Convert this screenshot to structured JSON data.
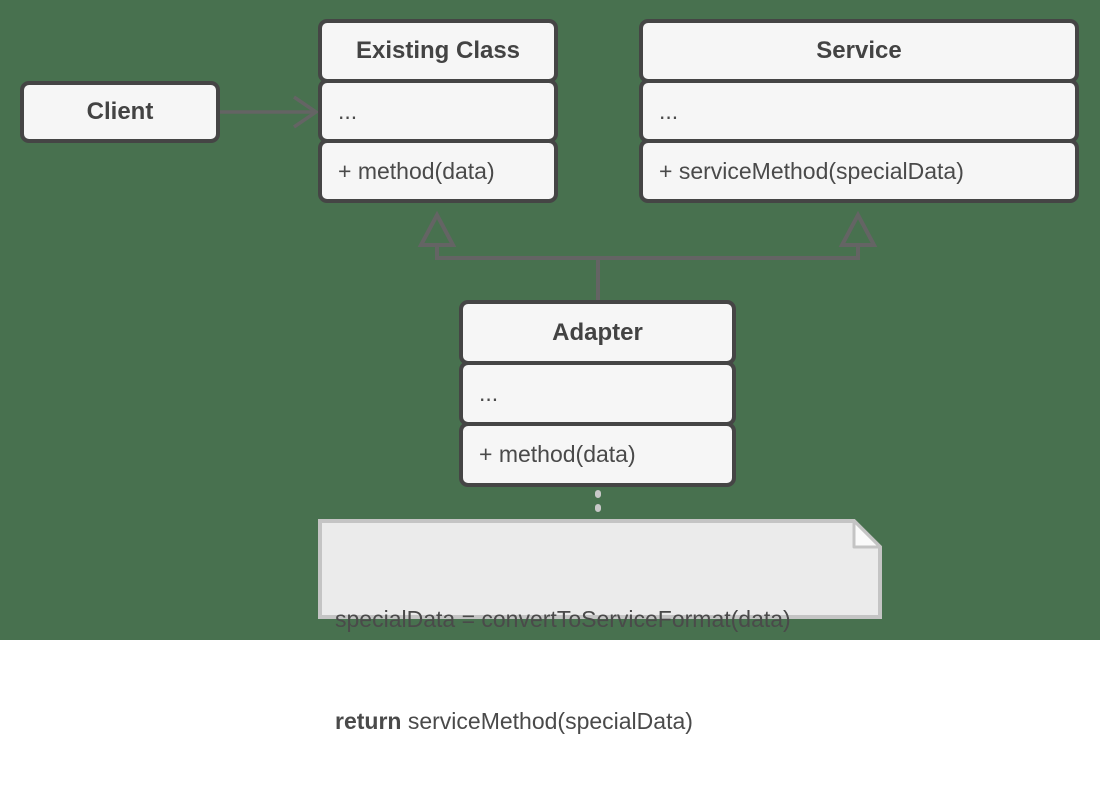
{
  "diagram": {
    "kind": "uml-class-diagram",
    "pattern": "Adapter"
  },
  "colors": {
    "background": "#48714F",
    "class_fill": "#f6f6f6",
    "class_border": "#454545",
    "class_text": "#464646",
    "connector_line": "#646464",
    "note_fill": "#ebebeb",
    "note_border": "#c4c4c4",
    "note_fold_fill": "#fafafa",
    "note_connector_dots": "#c8c8c8"
  },
  "classes": {
    "client": {
      "title": "Client"
    },
    "existing_class": {
      "title": "Existing Class",
      "rows": [
        "...",
        "+ method(data)"
      ]
    },
    "service": {
      "title": "Service",
      "rows": [
        "...",
        "+ serviceMethod(specialData)"
      ]
    },
    "adapter": {
      "title": "Adapter",
      "rows": [
        "...",
        "+ method(data)"
      ]
    }
  },
  "note": {
    "line1": "specialData = convertToServiceFormat(data)",
    "line2_keyword": "return",
    "line2_rest": " serviceMethod(specialData)"
  },
  "connectors": {
    "association": "Client uses Existing Class",
    "inheritance_left": "Adapter extends Existing Class",
    "inheritance_right": "Adapter extends Service",
    "note_link": "note attached to Adapter.method"
  }
}
